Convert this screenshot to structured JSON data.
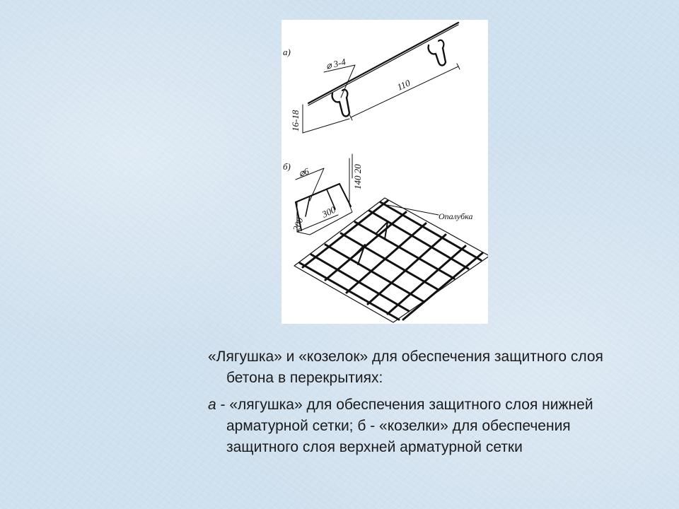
{
  "figure": {
    "label_a": "а)",
    "label_b": "б)",
    "dim_diameter_a": "⌀ 3-4",
    "dim_height_a": "16-18",
    "dim_length_a": "110",
    "dim_diameter_b": "⌀6",
    "dim_height_b": "140 20",
    "dim_length_b": "300",
    "dim_width_b": "200",
    "formwork_label": "Опалубка"
  },
  "caption": {
    "line1": "«Лягушка» и «козелок» для обеспечения защитного слоя бетона в перекрытиях:",
    "line2_prefix": "а",
    "line2_rest": " - «лягушка» для обеспечения защитного слоя нижней арматурной сетки; б - «козелки» для обеспечения защитного слоя верхней арматурной сетки"
  },
  "colors": {
    "background": "#cfe0ee",
    "panel": "#ffffff",
    "ink": "#1a1a1a"
  }
}
